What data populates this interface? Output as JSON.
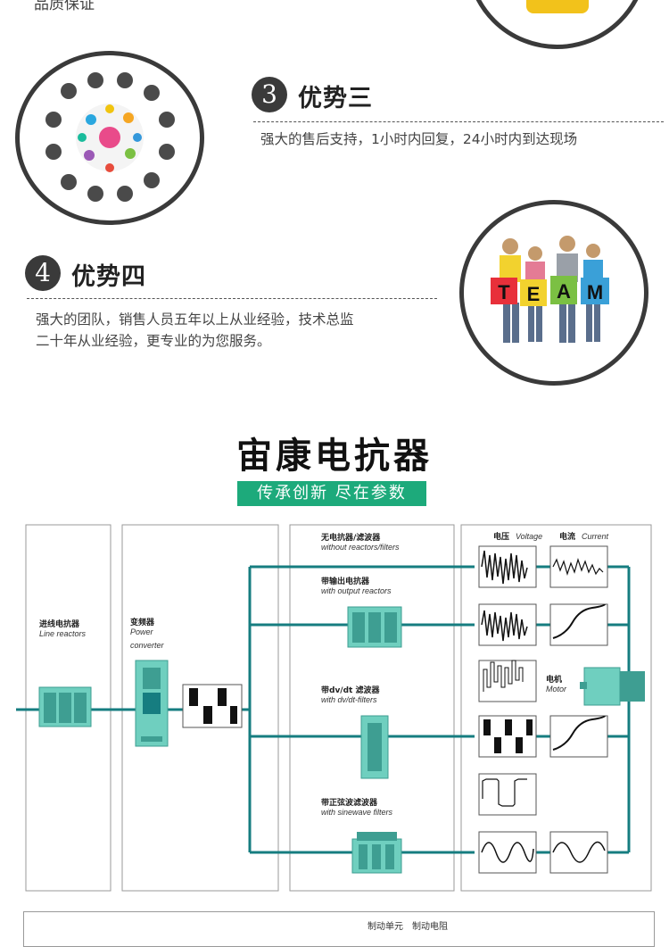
{
  "top": {
    "partial_text": "品质保证"
  },
  "advantages": [
    {
      "number": "3",
      "title": "优势三",
      "lines": [
        "强大的售后支持，1小时内回复，24小时内到达现场"
      ]
    },
    {
      "number": "4",
      "title": "优势四",
      "lines": [
        "强大的团队，销售人员五年以上从业经验，技术总监",
        "二十年从业经验，更专业的为您服务。"
      ]
    }
  ],
  "team_letters": [
    "T",
    "E",
    "A",
    "M"
  ],
  "heading": {
    "title": "宙康电抗器",
    "slogan": "传承创新   尽在参数"
  },
  "diagram": {
    "line_reactor": {
      "cn": "进线电抗器",
      "en": "Line reactors"
    },
    "converter": {
      "cn": "变频器",
      "en1": "Power",
      "en2": "converter"
    },
    "branches": [
      {
        "cn": "无电抗器/滤波器",
        "en": "without reactors/filters"
      },
      {
        "cn": "带输出电抗器",
        "en": "with output reactors"
      },
      {
        "cn": "带dv/dt  滤波器",
        "en": "with dv/dt-filters"
      },
      {
        "cn": "带正弦波滤波器",
        "en": "with sinewave filters"
      }
    ],
    "voltage": {
      "cn": "电压",
      "en": "Voltage"
    },
    "current": {
      "cn": "电流",
      "en": "Current"
    },
    "motor": {
      "cn": "电机",
      "en": "Motor"
    },
    "colors": {
      "line": "#167d80",
      "device": "#6fcfbf",
      "device_dark": "#3e9e92",
      "panel_border": "#9a9a9a"
    }
  },
  "bottom": {
    "brake_unit": "制动单元",
    "brake_resistor": "制动电阻"
  }
}
